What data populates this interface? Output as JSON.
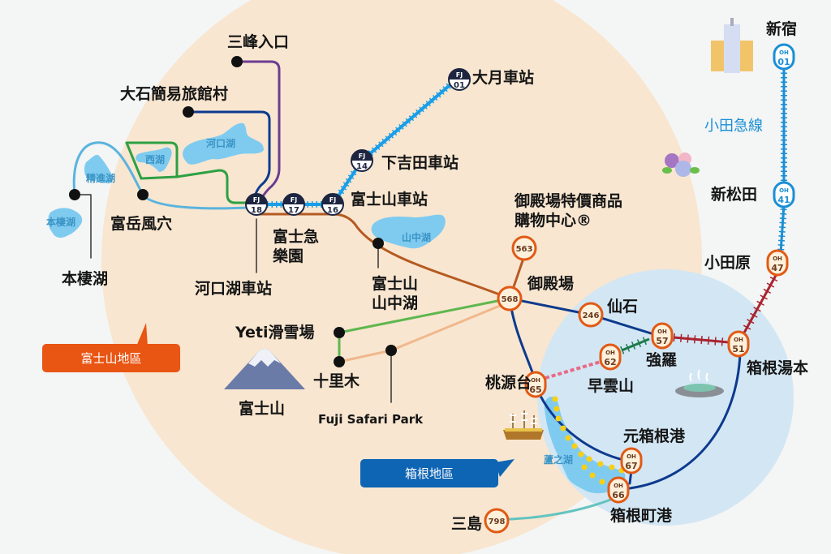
{
  "map": {
    "regions": [
      {
        "id": "fuji",
        "label": "富士山地區",
        "color": "#e95513",
        "bg": "#f8e6d0"
      },
      {
        "id": "hakone",
        "label": "箱根地區",
        "color": "#0e65b3",
        "bg": "#d3e6f4"
      }
    ],
    "lines": [
      {
        "name": "小田急線",
        "color": "#1a8fd6"
      }
    ],
    "lakes": [
      "河口湖",
      "西湖",
      "精進湖",
      "本棲湖",
      "山中湖",
      "蘆之湖"
    ],
    "landmarks": [
      "富士山"
    ],
    "fj_stations": [
      {
        "code": "FJ",
        "number": "01",
        "name": "大月車站"
      },
      {
        "code": "FJ",
        "number": "14",
        "name": "下吉田車站"
      },
      {
        "code": "FJ",
        "number": "16",
        "name": "富士山車站"
      },
      {
        "code": "FJ",
        "number": "17",
        "name": "富士急樂園"
      },
      {
        "code": "FJ",
        "number": "18",
        "name": "河口湖車站"
      }
    ],
    "oh_stations": [
      {
        "code": "OH",
        "number": "01",
        "name": "新宿"
      },
      {
        "code": "OH",
        "number": "41",
        "name": "新松田"
      },
      {
        "code": "OH",
        "number": "47",
        "name": "小田原"
      },
      {
        "code": "OH",
        "number": "51",
        "name": "箱根湯本"
      },
      {
        "code": "OH",
        "number": "57",
        "name": "強羅"
      },
      {
        "code": "OH",
        "number": "62",
        "name": "早雲山"
      },
      {
        "code": "OH",
        "number": "65",
        "name": "桃源台"
      },
      {
        "code": "OH",
        "number": "67",
        "name": "元箱根港"
      },
      {
        "code": "OH",
        "number": "66",
        "name": "箱根町港"
      }
    ],
    "bus_stops": [
      {
        "number": "563",
        "name_line1": "御殿場特價商品",
        "name_line2": "購物中心®"
      },
      {
        "number": "568",
        "name": "御殿場"
      },
      {
        "number": "246",
        "name": "仙石"
      },
      {
        "number": "798",
        "name": "三島"
      }
    ],
    "stops": [
      {
        "name": "三峰入口"
      },
      {
        "name": "大石簡易旅館村"
      },
      {
        "name": "富岳風穴"
      },
      {
        "name": "本棲湖"
      },
      {
        "name_line1": "富士山",
        "name_line2": "山中湖"
      },
      {
        "name": "Yeti滑雪場"
      },
      {
        "name": "十里木"
      },
      {
        "name": "Fuji Safari Park"
      }
    ],
    "fj17_label": {
      "line1": "富士急",
      "line2": "樂園"
    },
    "colors": {
      "fuji_line": "#1a9ee8",
      "oh_line": "#1a8fd6",
      "hakone_tozan": "#a8232f",
      "cable": "#1e7a4b",
      "ropeway": "#e86a86",
      "bus_navy": "#0d3a8e",
      "bus_brown": "#b55a22",
      "bus_green": "#5fb74e",
      "bus_peach": "#f0b88c",
      "bus_teal": "#62c4bf",
      "bus_purple": "#6b3d91",
      "bus_lightblue": "#5ab4dd",
      "bus_darkgreen": "#2ea043",
      "ship": "#f8cf13",
      "badge_orange": "#e15a15",
      "badge_fill": "#fdf1dc",
      "fj_navy": "#1d2541"
    }
  }
}
